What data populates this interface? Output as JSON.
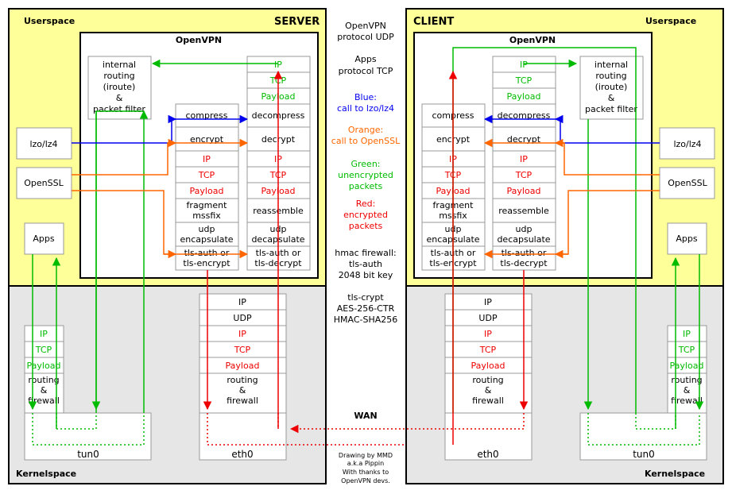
{
  "server": {
    "userspace": "Userspace",
    "title": "SERVER",
    "openvpn": "OpenVPN",
    "kernelspace": "Kernelspace",
    "internal_routing": [
      "internal",
      "routing",
      "(iroute)",
      "&",
      "packet filter"
    ],
    "lzo": "lzo/lz4",
    "openssl": "OpenSSL",
    "apps": "Apps",
    "tun": "tun0",
    "eth": "eth0"
  },
  "client": {
    "userspace": "Userspace",
    "title": "CLIENT",
    "openvpn": "OpenVPN",
    "kernelspace": "Kernelspace",
    "internal_routing": [
      "internal",
      "routing",
      "(iroute)",
      "&",
      "packet filter"
    ],
    "lzo": "lzo/lz4",
    "openssl": "OpenSSL",
    "apps": "Apps",
    "tun": "tun0",
    "eth": "eth0"
  },
  "stack": {
    "ip": "IP",
    "tcp": "TCP",
    "udp": "UDP",
    "payload": "Payload",
    "compress": "compress",
    "decompress": "decompress",
    "encrypt": "encrypt",
    "decrypt": "decrypt",
    "fragment": [
      "fragment",
      "mssfix"
    ],
    "reassemble": "reassemble",
    "encapsulate": [
      "udp",
      "encapsulate"
    ],
    "decapsulate": [
      "udp",
      "decapsulate"
    ],
    "tls_out": [
      "tls-auth or",
      "tls-encrypt"
    ],
    "tls_in": [
      "tls-auth or",
      "tls-decrypt"
    ],
    "routing_firewall": [
      "routing",
      "&",
      "firewall"
    ]
  },
  "legend": {
    "protocol_udp": [
      "OpenVPN",
      "protocol UDP"
    ],
    "protocol_tcp": [
      "Apps",
      "protocol TCP"
    ],
    "blue": [
      "Blue:",
      "call to lzo/lz4"
    ],
    "orange": [
      "Orange:",
      "call to OpenSSL"
    ],
    "green": [
      "Green:",
      "unencrypted",
      "packets"
    ],
    "red": [
      "Red:",
      "encrypted",
      "packets"
    ],
    "hmac": [
      "hmac firewall:",
      "tls-auth",
      "2048 bit key"
    ],
    "tls_crypt": [
      "tls-crypt",
      "AES-256-CTR",
      "HMAC-SHA256"
    ],
    "wan": "WAN",
    "credits": [
      "Drawing by MMD",
      "a.k.a Pippin",
      "With thanks to",
      "OpenVPN devs."
    ]
  },
  "colors": {
    "userspace_fill": "#ffff99",
    "kernelspace_fill": "#e6e6e6",
    "green": "#00bb00",
    "red": "#ee0000",
    "blue": "#0000ee",
    "orange": "#ff6600",
    "box_border": "#999999"
  }
}
